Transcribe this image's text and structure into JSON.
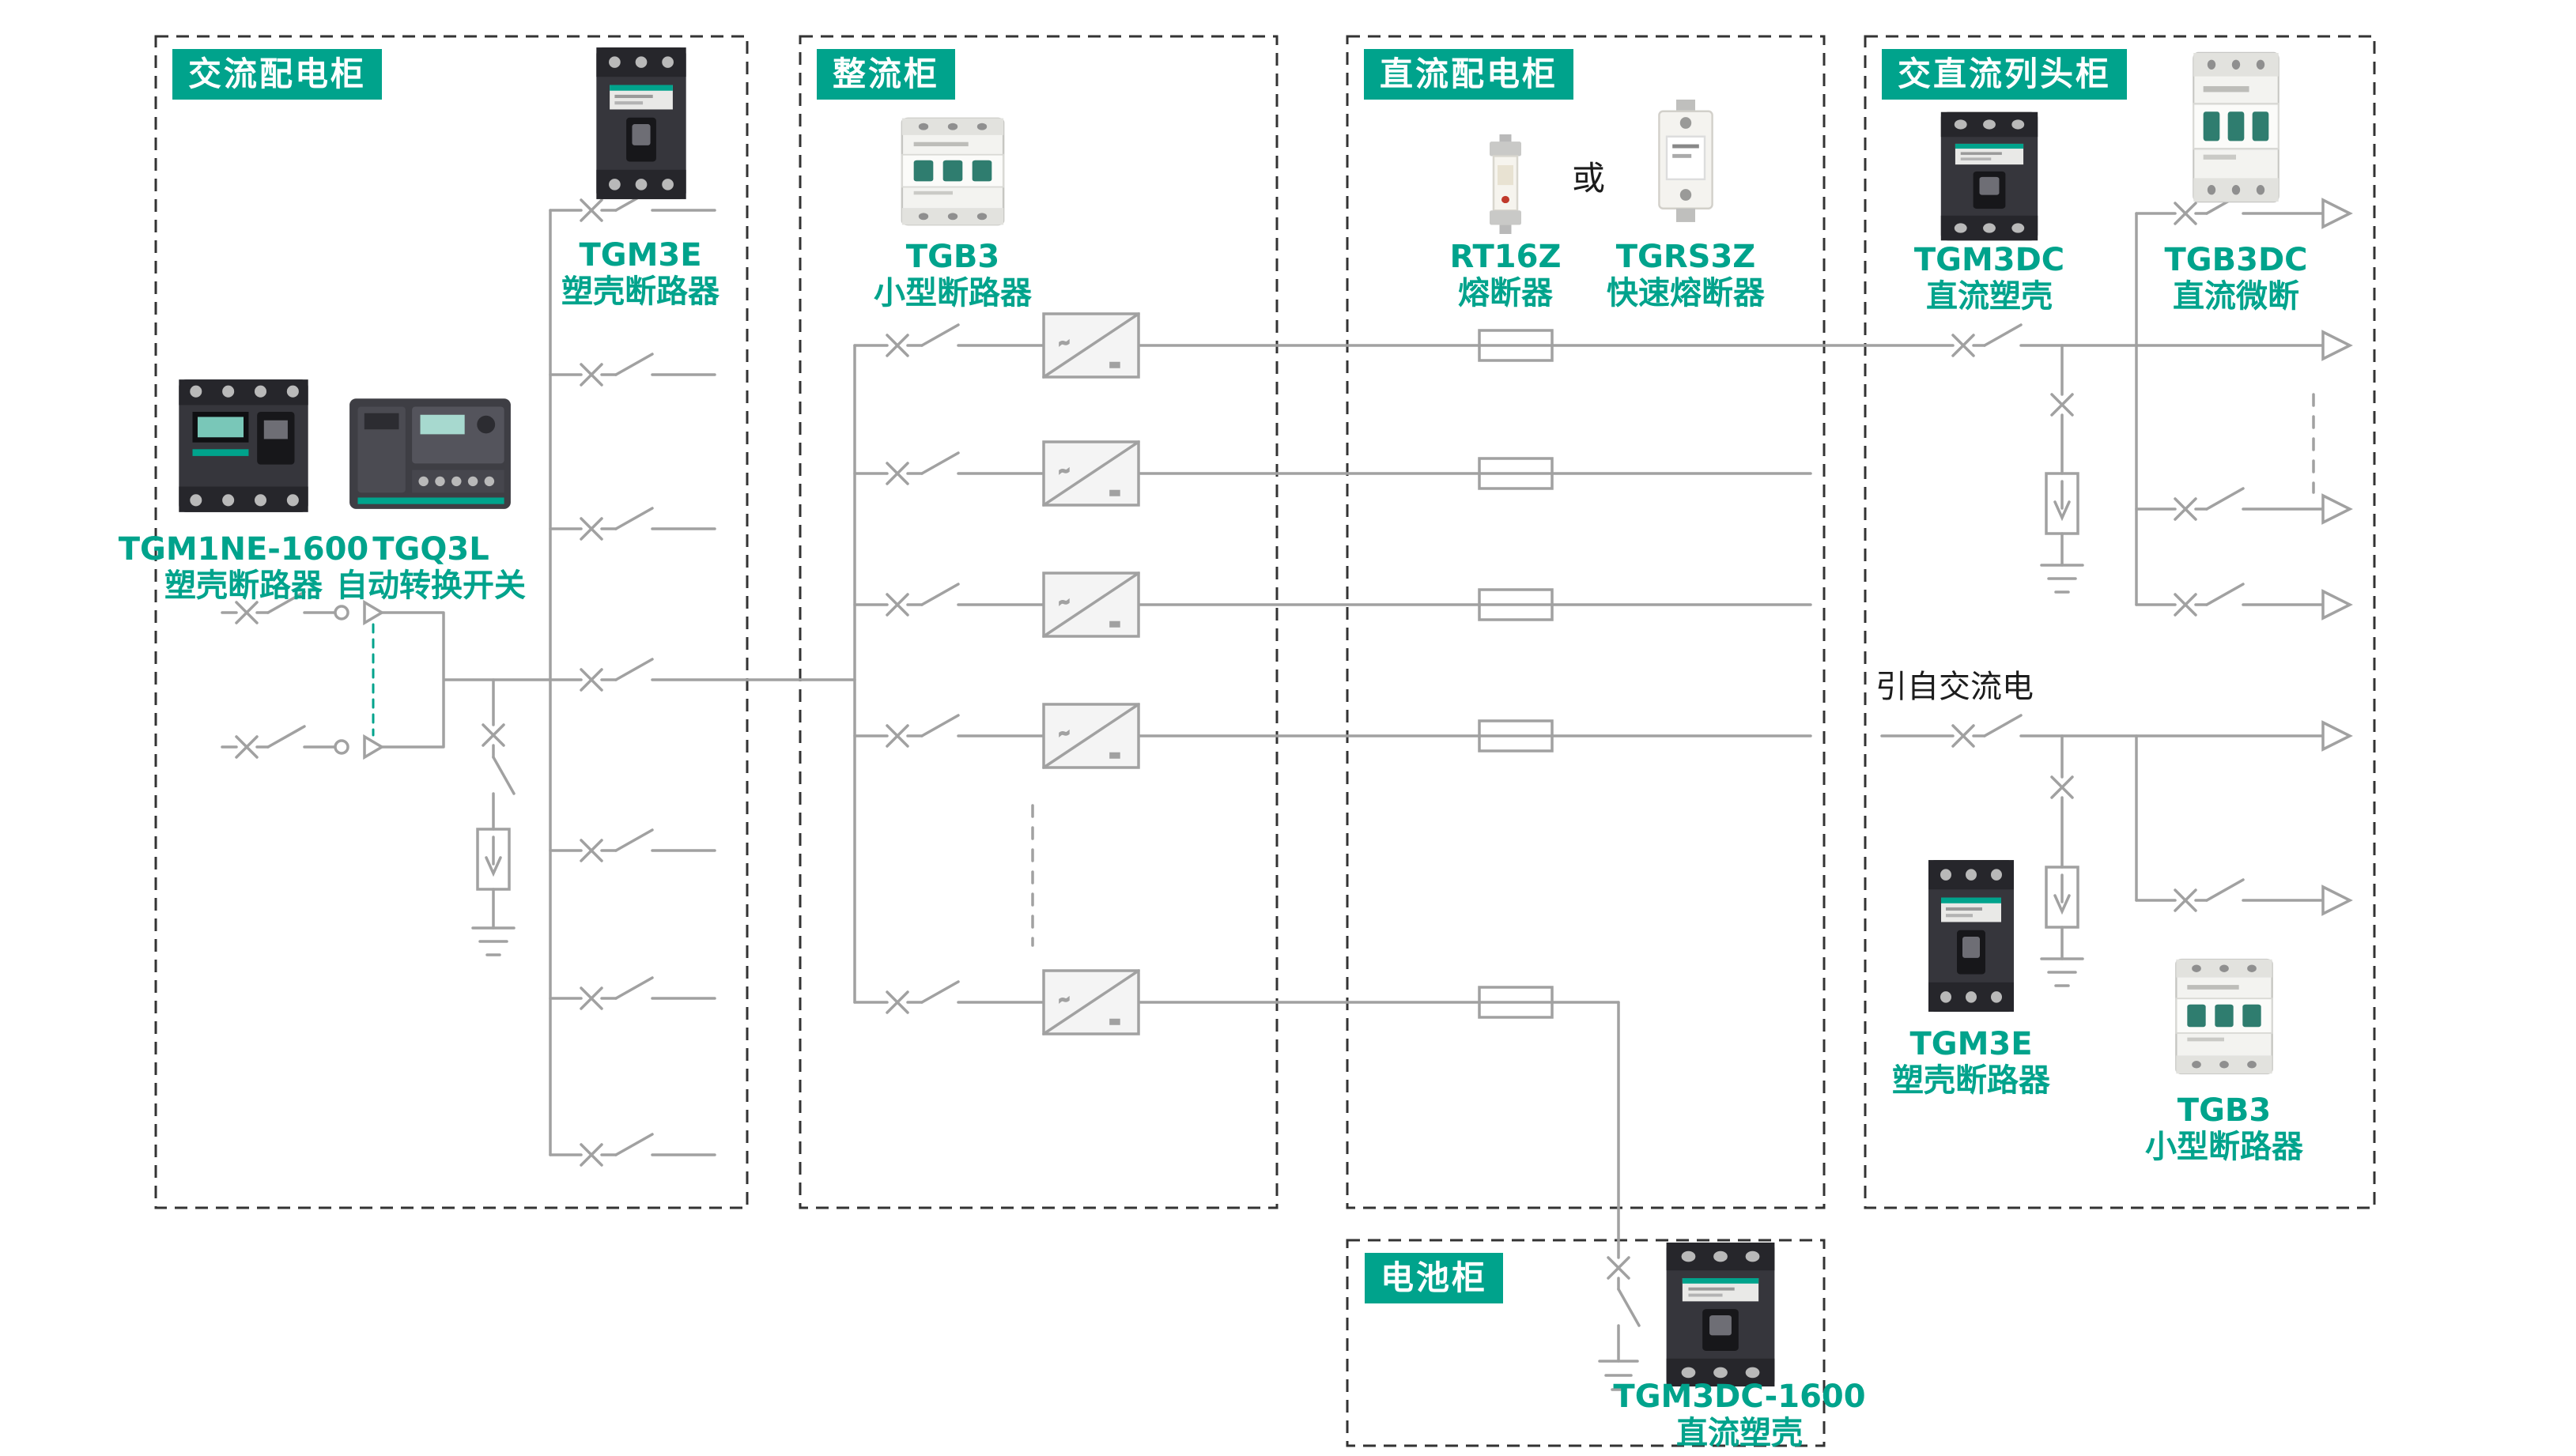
{
  "cabinets": {
    "ac": {
      "title": "交流配电柜"
    },
    "rectifier": {
      "title": "整流柜"
    },
    "dc": {
      "title": "直流配电柜"
    },
    "row_head": {
      "title": "交直流列头柜"
    },
    "battery": {
      "title": "电池柜"
    }
  },
  "products": {
    "tgm3e_ac": {
      "name": "TGM3E",
      "desc": "塑壳断路器"
    },
    "tgm1ne": {
      "name": "TGM1NE-1600",
      "desc": "塑壳断路器"
    },
    "tgq3l": {
      "name": "TGQ3L",
      "desc": "自动转换开关"
    },
    "tgb3_rect": {
      "name": "TGB3",
      "desc": "小型断路器"
    },
    "rt16z": {
      "name": "RT16Z",
      "desc": "熔断器"
    },
    "tgrs3z": {
      "name": "TGRS3Z",
      "desc": "快速熔断器"
    },
    "tgm3dc": {
      "name": "TGM3DC",
      "desc": "直流塑壳"
    },
    "tgb3dc": {
      "name": "TGB3DC",
      "desc": "直流微断"
    },
    "tgm3e_row": {
      "name": "TGM3E",
      "desc": "塑壳断路器"
    },
    "tgb3_row": {
      "name": "TGB3",
      "desc": "小型断路器"
    },
    "tgm3dc1600": {
      "name": "TGM3DC-1600",
      "desc": "直流塑壳"
    }
  },
  "annotations": {
    "or": "或",
    "from_ac": "引自交流电",
    "ac_wave": "~",
    "dc_equal": "="
  },
  "colors": {
    "brand_teal": "#00A38C",
    "line_gray": "#A1A1A1",
    "border_dark": "#333333"
  },
  "symbols": [
    "circuit-breaker-symbol",
    "disconnect-blade-symbol",
    "fuse-symbol",
    "rectifier-module-symbol",
    "surge-arrester-symbol",
    "ground-symbol",
    "load-arrow-icon",
    "battery-symbol",
    "transfer-switch-symbol"
  ]
}
